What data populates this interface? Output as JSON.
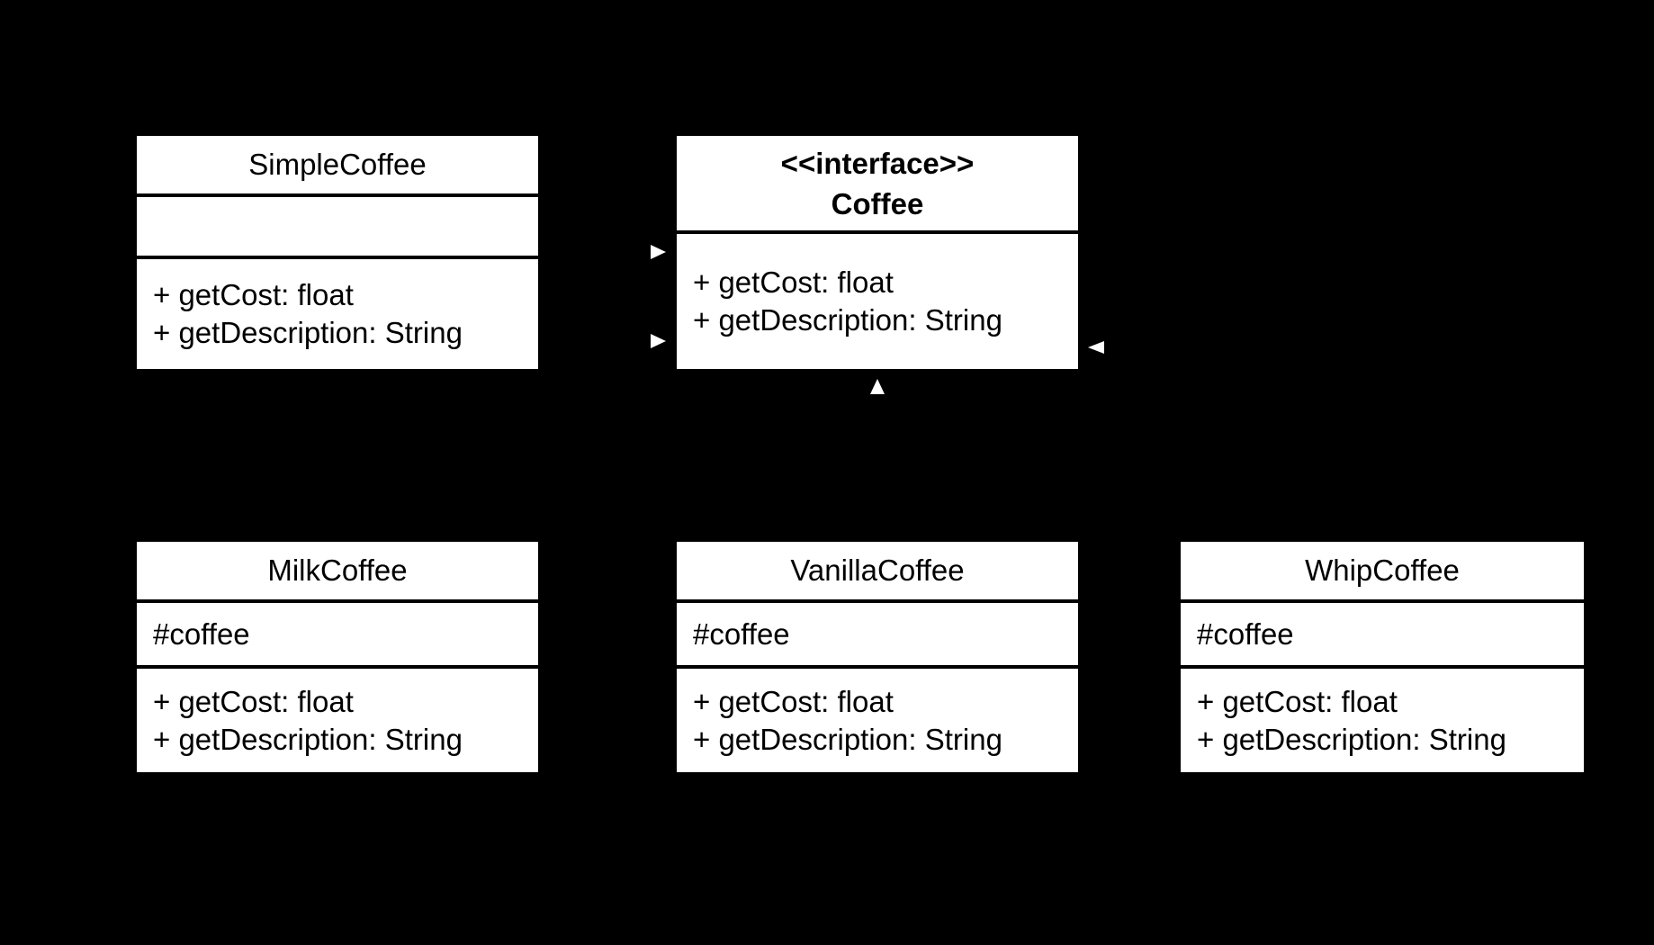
{
  "diagram": {
    "background_color": "#000000",
    "box_fill_color": "#ffffff",
    "divider_color": "#000000",
    "arrowhead_color": "#ffffff"
  },
  "classes": [
    {
      "name": "SimpleCoffee",
      "attributes": [],
      "methods": [
        "+ getCost: float",
        "+ getDescription: String"
      ]
    },
    {
      "stereotype": "<<interface>>",
      "name": "Coffee",
      "attributes": [],
      "methods": [
        "+ getCost: float",
        "+ getDescription: String"
      ]
    },
    {
      "name": "MilkCoffee",
      "attributes": [
        "#coffee"
      ],
      "methods": [
        "+ getCost: float",
        "+ getDescription: String"
      ]
    },
    {
      "name": "VanillaCoffee",
      "attributes": [
        "#coffee"
      ],
      "methods": [
        "+ getCost: float",
        "+ getDescription: String"
      ]
    },
    {
      "name": "WhipCoffee",
      "attributes": [
        "#coffee"
      ],
      "methods": [
        "+ getCost: float",
        "+ getDescription: String"
      ]
    }
  ],
  "arrowheads": [
    {
      "id": "upper-left-of-coffee",
      "direction": "right",
      "color": "#ffffff"
    },
    {
      "id": "lower-left-of-coffee",
      "direction": "right",
      "color": "#ffffff"
    },
    {
      "id": "right-of-coffee",
      "direction": "left",
      "color": "#ffffff"
    },
    {
      "id": "below-coffee",
      "direction": "up",
      "color": "#ffffff"
    }
  ]
}
